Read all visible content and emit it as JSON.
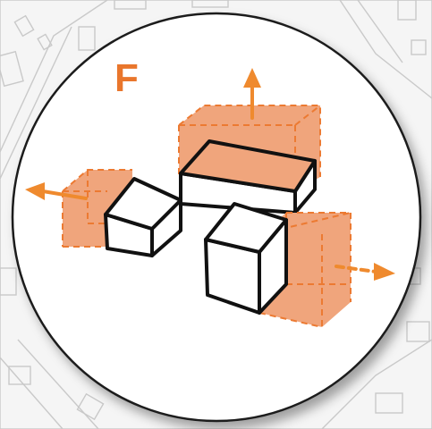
{
  "diagram": {
    "label": "F",
    "colors": {
      "accent": "#ef8a2e",
      "expansion_fill": "#f0a57c",
      "outline": "#111111",
      "circle_fill": "#ffffff",
      "map_lines": "#c9c9c9"
    },
    "elements": [
      "background-site-map",
      "focus-circle",
      "central-block-with-expansion-up",
      "left-block-with-expansion-left",
      "right-block-with-expansion-right"
    ],
    "arrows": [
      "up",
      "left",
      "right"
    ]
  }
}
